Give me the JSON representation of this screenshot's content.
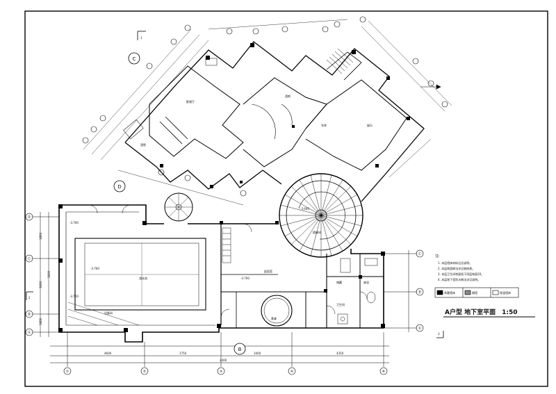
{
  "drawing": {
    "title": "A户型 地下室平面　1:50",
    "room_labels": {
      "pool": "游泳池",
      "hall": "起居室",
      "stair_hall": "楼梯间",
      "store": "储藏",
      "shower": "淋浴",
      "bath": "卫生间",
      "sauna": "桑拿",
      "mech": "设备间",
      "upper_hall": "影视厅",
      "bar": "酒吧",
      "play": "娱乐",
      "wine": "酒窖",
      "garage": "车库"
    },
    "grid_bubbles_bottom": [
      "①",
      "②",
      "③",
      "④",
      "⑥"
    ],
    "grid_bubbles_left": [
      "Ⓓ",
      "Ⓒ",
      "Ⓑ",
      "Ⓐ"
    ],
    "grid_bubbles_right": [
      "Ⓒ",
      "Ⓑ",
      "Ⓐ"
    ],
    "big_bubbles": [
      "C",
      "D",
      "B"
    ],
    "dimensions_bottom": [
      "4600",
      "1750",
      "3400",
      "4350"
    ],
    "dimensions_bottom_total": "2400",
    "dimensions_left": [
      "1800",
      "3600",
      "1800",
      "3600"
    ],
    "levels": [
      "-3.700",
      "-3.700",
      "-3.700",
      "-3.600",
      "-3.700"
    ],
    "notes": {
      "heading": "注:",
      "lines": [
        "1. 本层墙体材料见总说明。",
        "2. 本层地面做法详见装修表。",
        "3. 本层卫生间地面低于同层地面20。",
        "4. 本层地下室防水做法详见说明。"
      ]
    },
    "legend": [
      "承重墙体",
      "隔墙",
      "保温墙体"
    ],
    "section_marks": [
      "1",
      "2",
      "3"
    ]
  }
}
